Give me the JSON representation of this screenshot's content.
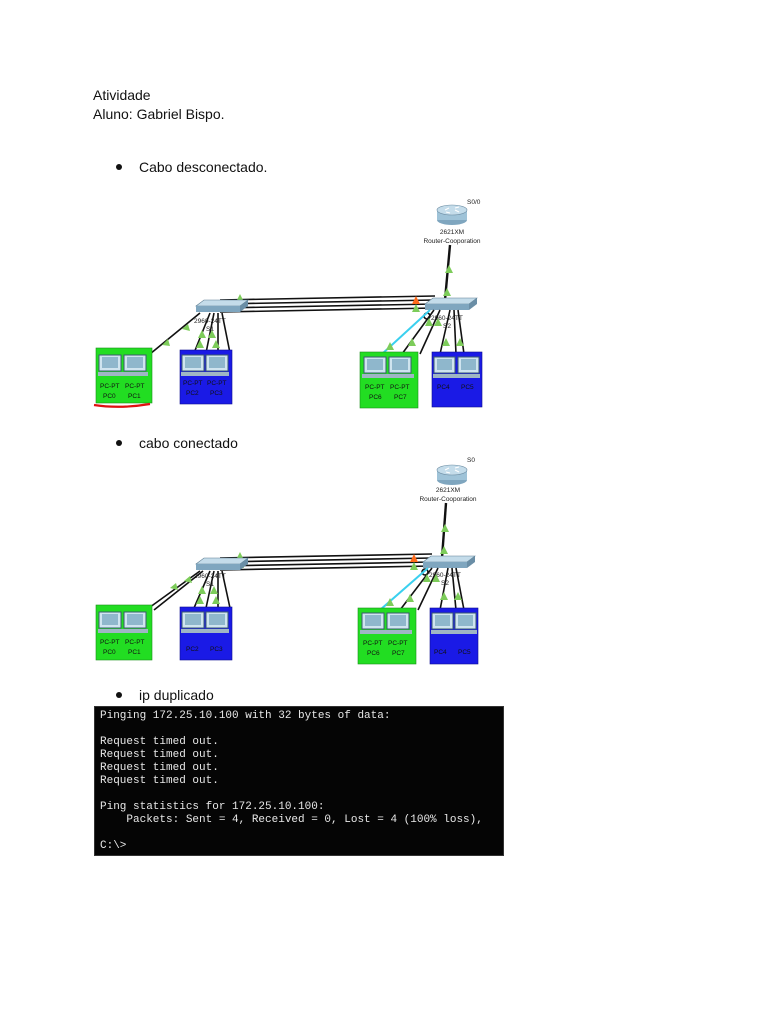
{
  "header": {
    "title": "Atividade",
    "student": "Aluno: Gabriel Bispo."
  },
  "sections": [
    {
      "bullet": "Cabo desconectado."
    },
    {
      "bullet": "cabo conectado"
    },
    {
      "bullet": "ip duplicado"
    }
  ],
  "diagram1": {
    "router_interface": "S0/0",
    "router_model": "2621XM",
    "router_name": "Router-Cooporation",
    "switch_left_model": "2960-24TT",
    "switch_left_name": "S1",
    "switch_right_model": "2960-24TT",
    "switch_right_name": "S2",
    "pc_type": "PC-PT",
    "pcs": [
      "PC0",
      "PC1",
      "PC2",
      "PC3",
      "PC6",
      "PC7",
      "PC4",
      "PC5"
    ]
  },
  "diagram2": {
    "router_interface": "S0",
    "router_model": "2621XM",
    "router_name": "Router-Cooporation",
    "switch_left_model": "2960-24TT",
    "switch_left_name": "S1",
    "switch_right_model": "2960-24TT",
    "switch_right_name": "S2",
    "pc_type": "PC-PT",
    "pcs": [
      "PC0",
      "PC1",
      "PC2",
      "PC3",
      "PC6",
      "PC7",
      "PC4",
      "PC5"
    ]
  },
  "terminal": {
    "lines": [
      "Pinging 172.25.10.100 with 32 bytes of data:",
      "",
      "Request timed out.",
      "Request timed out.",
      "Request timed out.",
      "Request timed out.",
      "",
      "Ping statistics for 172.25.10.100:",
      "    Packets: Sent = 4, Received = 0, Lost = 4 (100% loss),",
      "",
      "C:\\>"
    ]
  },
  "colors": {
    "pc_group_green": "#22dd22",
    "pc_group_blue": "#1a1ae6",
    "link_up": "#7dcc5a",
    "link_down": "#ff6a1a",
    "annotation_red": "#e01010"
  }
}
